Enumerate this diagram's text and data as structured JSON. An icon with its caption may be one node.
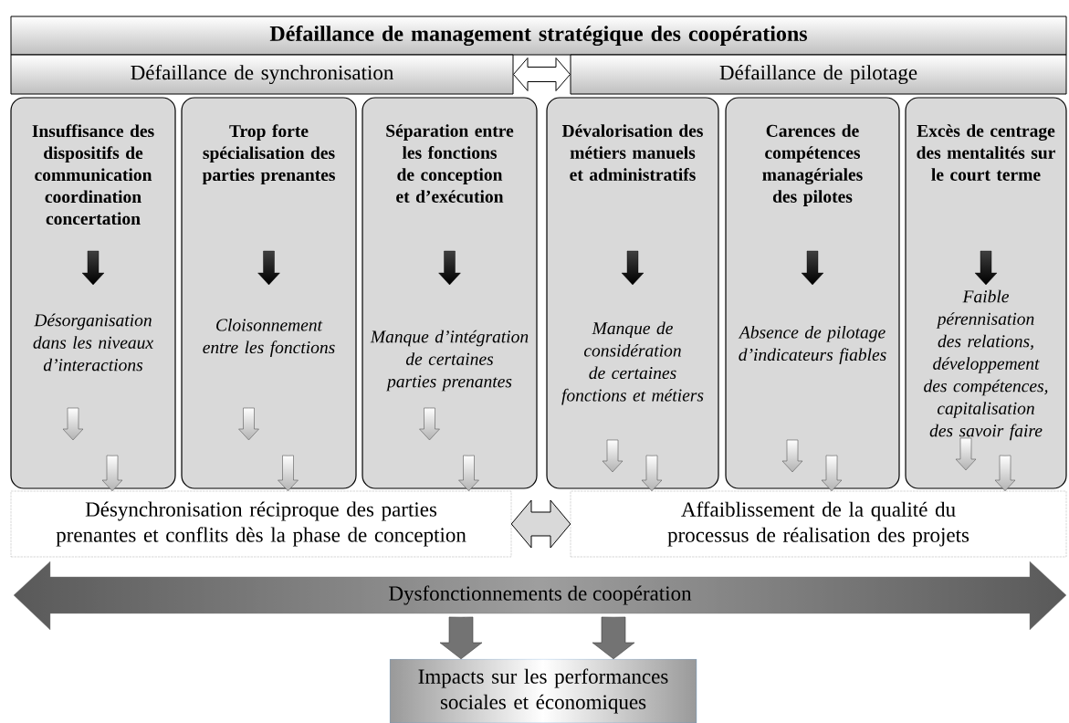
{
  "diagram": {
    "nodes": [
      {
        "text": [
          "Défaillance de management stratégique des coopérations"
        ]
      },
      {
        "text": [
          "Défaillance de synchronisation"
        ]
      },
      {
        "text": [
          "Défaillance de pilotage"
        ]
      },
      {
        "text": [
          "Insuffisance des dispositifs de communication coordination concertation",
          "Désorganisation dans les niveaux d’interactions"
        ]
      },
      {
        "text": [
          "Trop forte spécialisation des parties prenantes",
          "Cloisonnement entre les fonctions"
        ]
      },
      {
        "text": [
          "Séparation entre les fonctions de conception et d’exécution",
          "Manque d’intégration de certaines parties prenantes"
        ]
      },
      {
        "text": [
          "Dévalorisation des métiers manuels et administratifs",
          "Manque de considération de certaines fonctions et métiers"
        ]
      },
      {
        "text": [
          "Carences de compétences managériales des pilotes",
          "Absence de pilotage d’indicateurs fiables"
        ]
      },
      {
        "text": [
          "Excès de centrage des mentalités sur le court terme",
          "Faible pérennisation des relations, développement des compétences, capitalisation des savoir faire"
        ]
      },
      {
        "text": [
          "Désynchronisation réciproque des parties prenantes et conflits dès la phase de conception"
        ]
      },
      {
        "text": [
          "Affaiblissement de la qualité du processus de réalisation des projets"
        ]
      },
      {
        "text": [
          "Dysfonctionnements de coopération"
        ]
      },
      {
        "text": [
          "Impacts sur les performances sociales et économiques"
        ]
      }
    ],
    "edges": [
      {
        "from": 1,
        "to": 2,
        "arrow": "both"
      },
      {
        "from": 9,
        "to": 10,
        "arrow": "both"
      },
      {
        "from": 3,
        "to": 9,
        "arrow": "to"
      },
      {
        "from": 4,
        "to": 9,
        "arrow": "to"
      },
      {
        "from": 5,
        "to": 9,
        "arrow": "to"
      },
      {
        "from": 6,
        "to": 10,
        "arrow": "to"
      },
      {
        "from": 7,
        "to": 10,
        "arrow": "to"
      },
      {
        "from": 8,
        "to": 10,
        "arrow": "to"
      },
      {
        "from": 11,
        "to": 12,
        "arrow": "to"
      },
      {
        "from": 11,
        "to": 12,
        "arrow": "to"
      }
    ]
  }
}
